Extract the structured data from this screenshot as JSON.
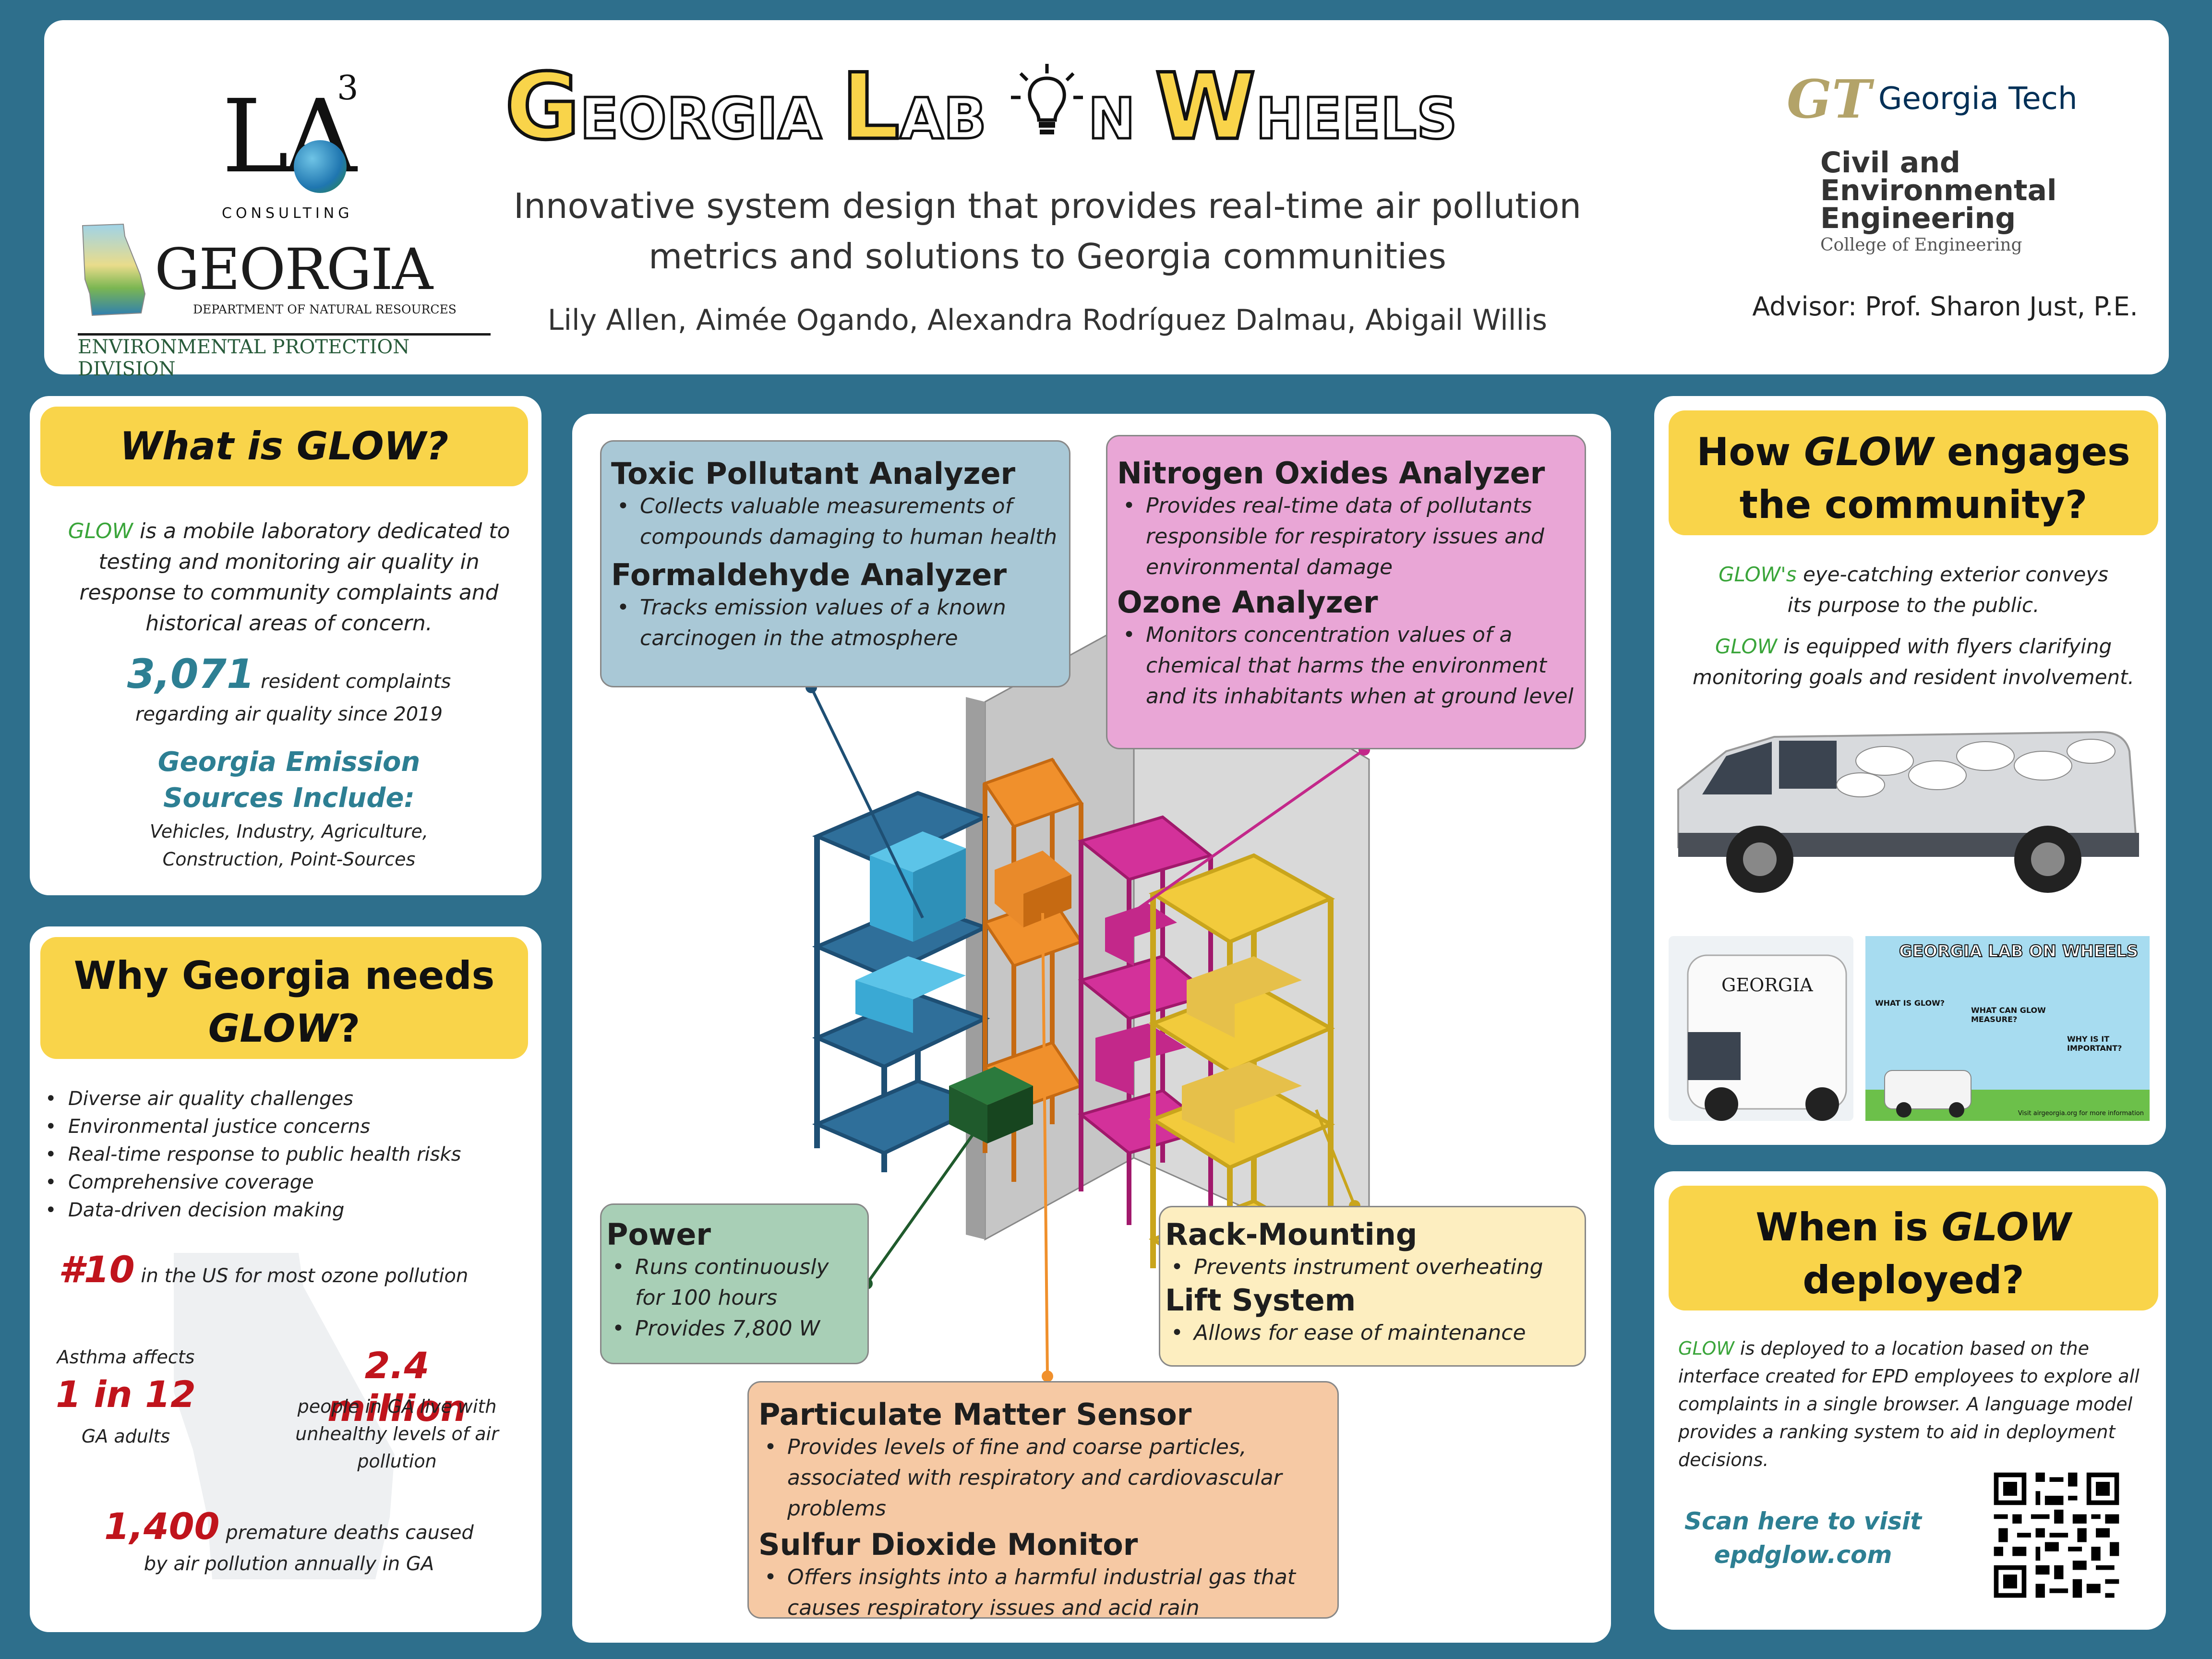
{
  "header": {
    "la3_logo": "LA",
    "la3_sup": "3",
    "la3_consulting": "CONSULTING",
    "georgia_logo": "GEORGIA",
    "georgia_dept": "DEPARTMENT OF NATURAL RESOURCES",
    "epd": "ENVIRONMENTAL PROTECTION DIVISION",
    "title_parts": [
      "G",
      "EORGIA ",
      "L",
      "AB ",
      "N ",
      "W",
      "HEELS"
    ],
    "subtitle_line1": "Innovative system design that provides real-time air pollution",
    "subtitle_line2": "metrics and solutions to Georgia communities",
    "authors": "Lily Allen, Aimée Ogando, Alexandra Rodríguez Dalmau, Abigail Willis",
    "gt_mark": "GT",
    "gt_name": "Georgia Tech",
    "gt_dept_line1": "Civil and",
    "gt_dept_line2": "Environmental",
    "gt_dept_line3": "Engineering",
    "gt_college": "College of Engineering",
    "advisor": "Advisor: Prof. Sharon Just, P.E."
  },
  "what_is": {
    "title": "What is GLOW?",
    "glow": "GLOW",
    "desc": " is a mobile laboratory dedicated to testing and monitoring air quality in response to community complaints and historical areas of concern.",
    "stat_number": "3,071",
    "stat_text1": " resident complaints",
    "stat_text2": "regarding air quality since 2019",
    "sources_title1": "Georgia Emission",
    "sources_title2": "Sources Include:",
    "sources_list1": "Vehicles, Industry, Agriculture,",
    "sources_list2": "Construction, Point-Sources"
  },
  "why": {
    "title1": "Why Georgia needs",
    "title2": "GLOW",
    "title2_q": "?",
    "bullets": [
      "Diverse air quality challenges",
      "Environmental justice concerns",
      "Real-time response to public health risks",
      "Comprehensive coverage",
      "Data-driven decision making"
    ],
    "rank": "#10",
    "rank_text": " in the US for most ozone pollution",
    "asthma_pre": "Asthma affects",
    "asthma_num": "1 in 12",
    "asthma_post": "GA adults",
    "million_num": "2.4 million",
    "million_text": "people in GA live with unhealthy levels of air pollution",
    "deaths_num": "1,400",
    "deaths_text1": " premature deaths caused",
    "deaths_text2": "by air pollution annually in GA"
  },
  "center": {
    "toxic": {
      "title": "Toxic Pollutant Analyzer",
      "bullets": [
        "Collects valuable measurements of compounds damaging to human health"
      ]
    },
    "formaldehyde": {
      "title": "Formaldehyde Analyzer",
      "bullets": [
        " Tracks emission values of a known carcinogen in the atmosphere"
      ]
    },
    "nox": {
      "title": "Nitrogen Oxides Analyzer",
      "bullets": [
        "Provides real-time data of pollutants responsible for respiratory issues and environmental damage"
      ]
    },
    "ozone": {
      "title": "Ozone Analyzer",
      "bullets": [
        "Monitors concentration values of a chemical that harms the environment and its inhabitants when at ground level"
      ]
    },
    "power": {
      "title": "Power",
      "bullets": [
        "Runs continuously for 100 hours",
        "Provides 7,800 W"
      ]
    },
    "rack": {
      "title": "Rack-Mounting",
      "bullets": [
        "Prevents instrument overheating"
      ]
    },
    "lift": {
      "title": "Lift System",
      "bullets": [
        "Allows for ease of maintenance"
      ]
    },
    "pm": {
      "title": "Particulate Matter Sensor",
      "bullets": [
        "Provides levels of fine and coarse particles, associated with respiratory and cardiovascular problems"
      ]
    },
    "so2": {
      "title": "Sulfur Dioxide Monitor",
      "bullets": [
        "Offers insights into a harmful industrial gas that causes respiratory issues and acid rain"
      ]
    }
  },
  "engage": {
    "title1_pre": "How ",
    "title1_glow": "GLOW",
    "title1_post": " engages",
    "title2": "the community?",
    "p1_glow": "GLOW's",
    "p1_text": " eye-catching exterior conveys its purpose to the public.",
    "p2_glow": "GLOW",
    "p2_text": " is equipped with flyers clarifying monitoring goals and resident involvement.",
    "van_side_logo": "GEORGIA",
    "flyer_title": "GEORGIA LAB ON WHEELS",
    "flyer_q1": "WHAT IS GLOW?",
    "flyer_q2": "WHAT CAN GLOW MEASURE?",
    "flyer_q3": "WHY IS IT IMPORTANT?",
    "flyer_footer": "Visit airgeorgia.org for more information"
  },
  "deploy": {
    "title1_pre": "When is ",
    "title1_glow": "GLOW",
    "title2": "deployed?",
    "glow": "GLOW",
    "text": " is deployed to a location based on the interface created for EPD employees to explore all complaints in a single browser. A language model provides a ranking system to aid in deployment decisions.",
    "scan1": "Scan here to visit",
    "scan2": "epdglow.com"
  },
  "colors": {
    "background": "#2e6f8c",
    "header_yellow": "#f9d44a",
    "glow_green": "#3aa53a",
    "stat_teal": "#2d7f93",
    "stat_red": "#c0141c",
    "toxic_box": "#a9c8d6",
    "nox_box": "#e9a6d6",
    "power_box": "#a8cfb6",
    "rack_box": "#fdeec0",
    "pm_box": "#f6c9a4"
  }
}
